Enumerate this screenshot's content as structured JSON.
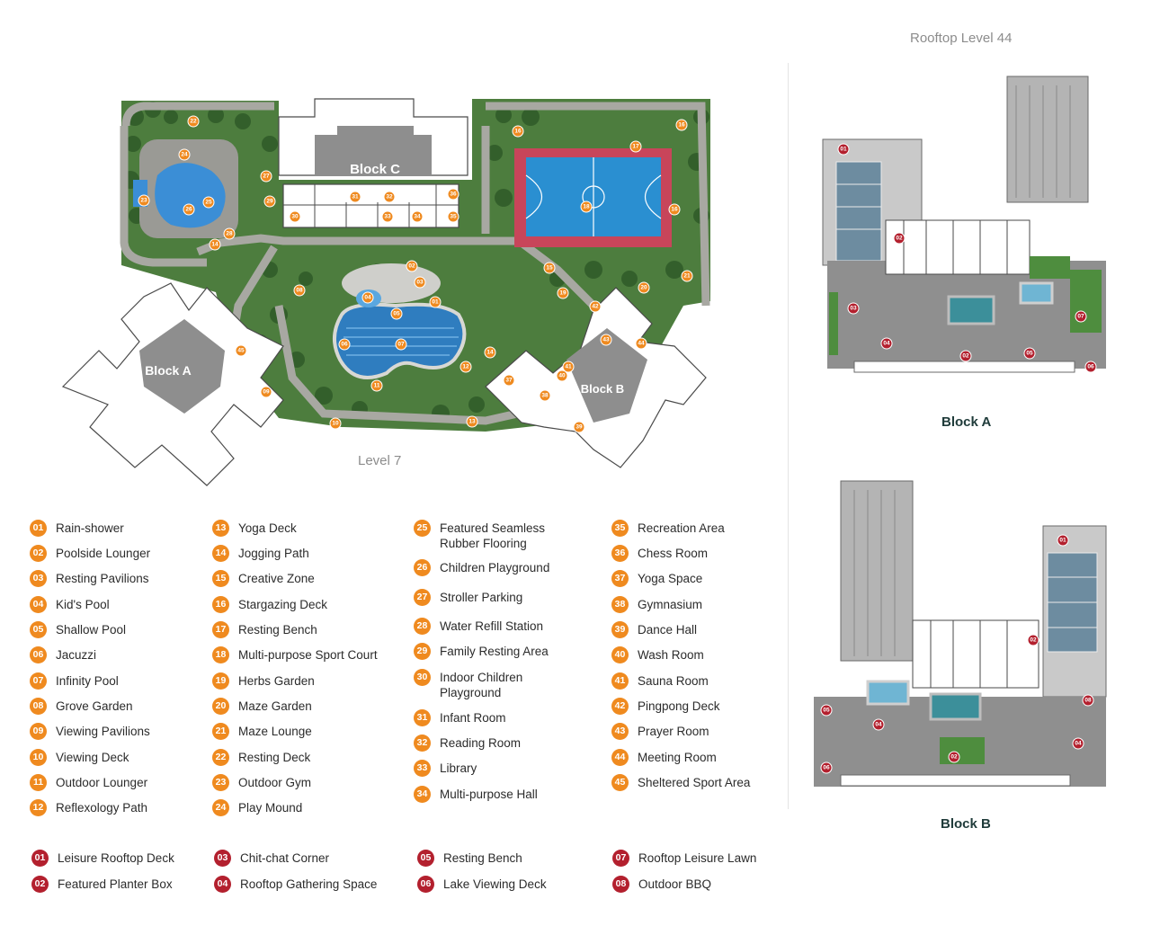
{
  "captions": {
    "level7": "Level 7",
    "rooftop": "Rooftop Level 44",
    "block_a_label": "Block A",
    "block_b_label": "Block B",
    "block_c_label": "Block C",
    "block_a_title": "Block A",
    "block_b_title": "Block B"
  },
  "colors": {
    "orange_badge": "#ef8a1f",
    "red_badge": "#b3202e",
    "building_gray": "#8e8e8e",
    "pool_blue": "#2f7dbf",
    "court_blue": "#2a8fd1",
    "court_red": "#c8455a",
    "greenery": "#3d6b33"
  },
  "facilities": [
    {
      "num": "01",
      "label": "Rain-shower"
    },
    {
      "num": "02",
      "label": "Poolside Lounger"
    },
    {
      "num": "03",
      "label": "Resting Pavilions"
    },
    {
      "num": "04",
      "label": "Kid's Pool"
    },
    {
      "num": "05",
      "label": "Shallow Pool"
    },
    {
      "num": "06",
      "label": "Jacuzzi"
    },
    {
      "num": "07",
      "label": "Infinity Pool"
    },
    {
      "num": "08",
      "label": "Grove Garden"
    },
    {
      "num": "09",
      "label": "Viewing Pavilions"
    },
    {
      "num": "10",
      "label": "Viewing Deck"
    },
    {
      "num": "11",
      "label": "Outdoor Lounger"
    },
    {
      "num": "12",
      "label": "Reflexology Path"
    },
    {
      "num": "13",
      "label": "Yoga Deck"
    },
    {
      "num": "14",
      "label": "Jogging Path"
    },
    {
      "num": "15",
      "label": "Creative Zone"
    },
    {
      "num": "16",
      "label": "Stargazing Deck"
    },
    {
      "num": "17",
      "label": "Resting Bench"
    },
    {
      "num": "18",
      "label": "Multi-purpose Sport Court"
    },
    {
      "num": "19",
      "label": "Herbs Garden"
    },
    {
      "num": "20",
      "label": "Maze Garden"
    },
    {
      "num": "21",
      "label": "Maze Lounge"
    },
    {
      "num": "22",
      "label": "Resting Deck"
    },
    {
      "num": "23",
      "label": "Outdoor Gym"
    },
    {
      "num": "24",
      "label": "Play Mound"
    },
    {
      "num": "25",
      "label": "Featured Seamless Rubber Flooring"
    },
    {
      "num": "26",
      "label": "Children Playground"
    },
    {
      "num": "27",
      "label": "Stroller Parking"
    },
    {
      "num": "28",
      "label": "Water Refill Station"
    },
    {
      "num": "29",
      "label": "Family Resting Area"
    },
    {
      "num": "30",
      "label": "Indoor Children Playground"
    },
    {
      "num": "31",
      "label": "Infant Room"
    },
    {
      "num": "32",
      "label": "Reading Room"
    },
    {
      "num": "33",
      "label": "Library"
    },
    {
      "num": "34",
      "label": "Multi-purpose Hall"
    },
    {
      "num": "35",
      "label": "Recreation Area"
    },
    {
      "num": "36",
      "label": "Chess Room"
    },
    {
      "num": "37",
      "label": "Yoga Space"
    },
    {
      "num": "38",
      "label": "Gymnasium"
    },
    {
      "num": "39",
      "label": "Dance Hall"
    },
    {
      "num": "40",
      "label": "Wash Room"
    },
    {
      "num": "41",
      "label": "Sauna Room"
    },
    {
      "num": "42",
      "label": "Pingpong Deck"
    },
    {
      "num": "43",
      "label": "Prayer Room"
    },
    {
      "num": "44",
      "label": "Meeting Room"
    },
    {
      "num": "45",
      "label": "Sheltered Sport Area"
    }
  ],
  "rooftop_facilities": [
    {
      "num": "01",
      "label": "Leisure Rooftop Deck"
    },
    {
      "num": "02",
      "label": "Featured Planter Box"
    },
    {
      "num": "03",
      "label": "Chit-chat Corner"
    },
    {
      "num": "04",
      "label": "Rooftop Gathering Space"
    },
    {
      "num": "05",
      "label": "Resting Bench"
    },
    {
      "num": "06",
      "label": "Lake Viewing Deck"
    },
    {
      "num": "07",
      "label": "Rooftop Leisure Lawn"
    },
    {
      "num": "08",
      "label": "Outdoor BBQ"
    }
  ]
}
